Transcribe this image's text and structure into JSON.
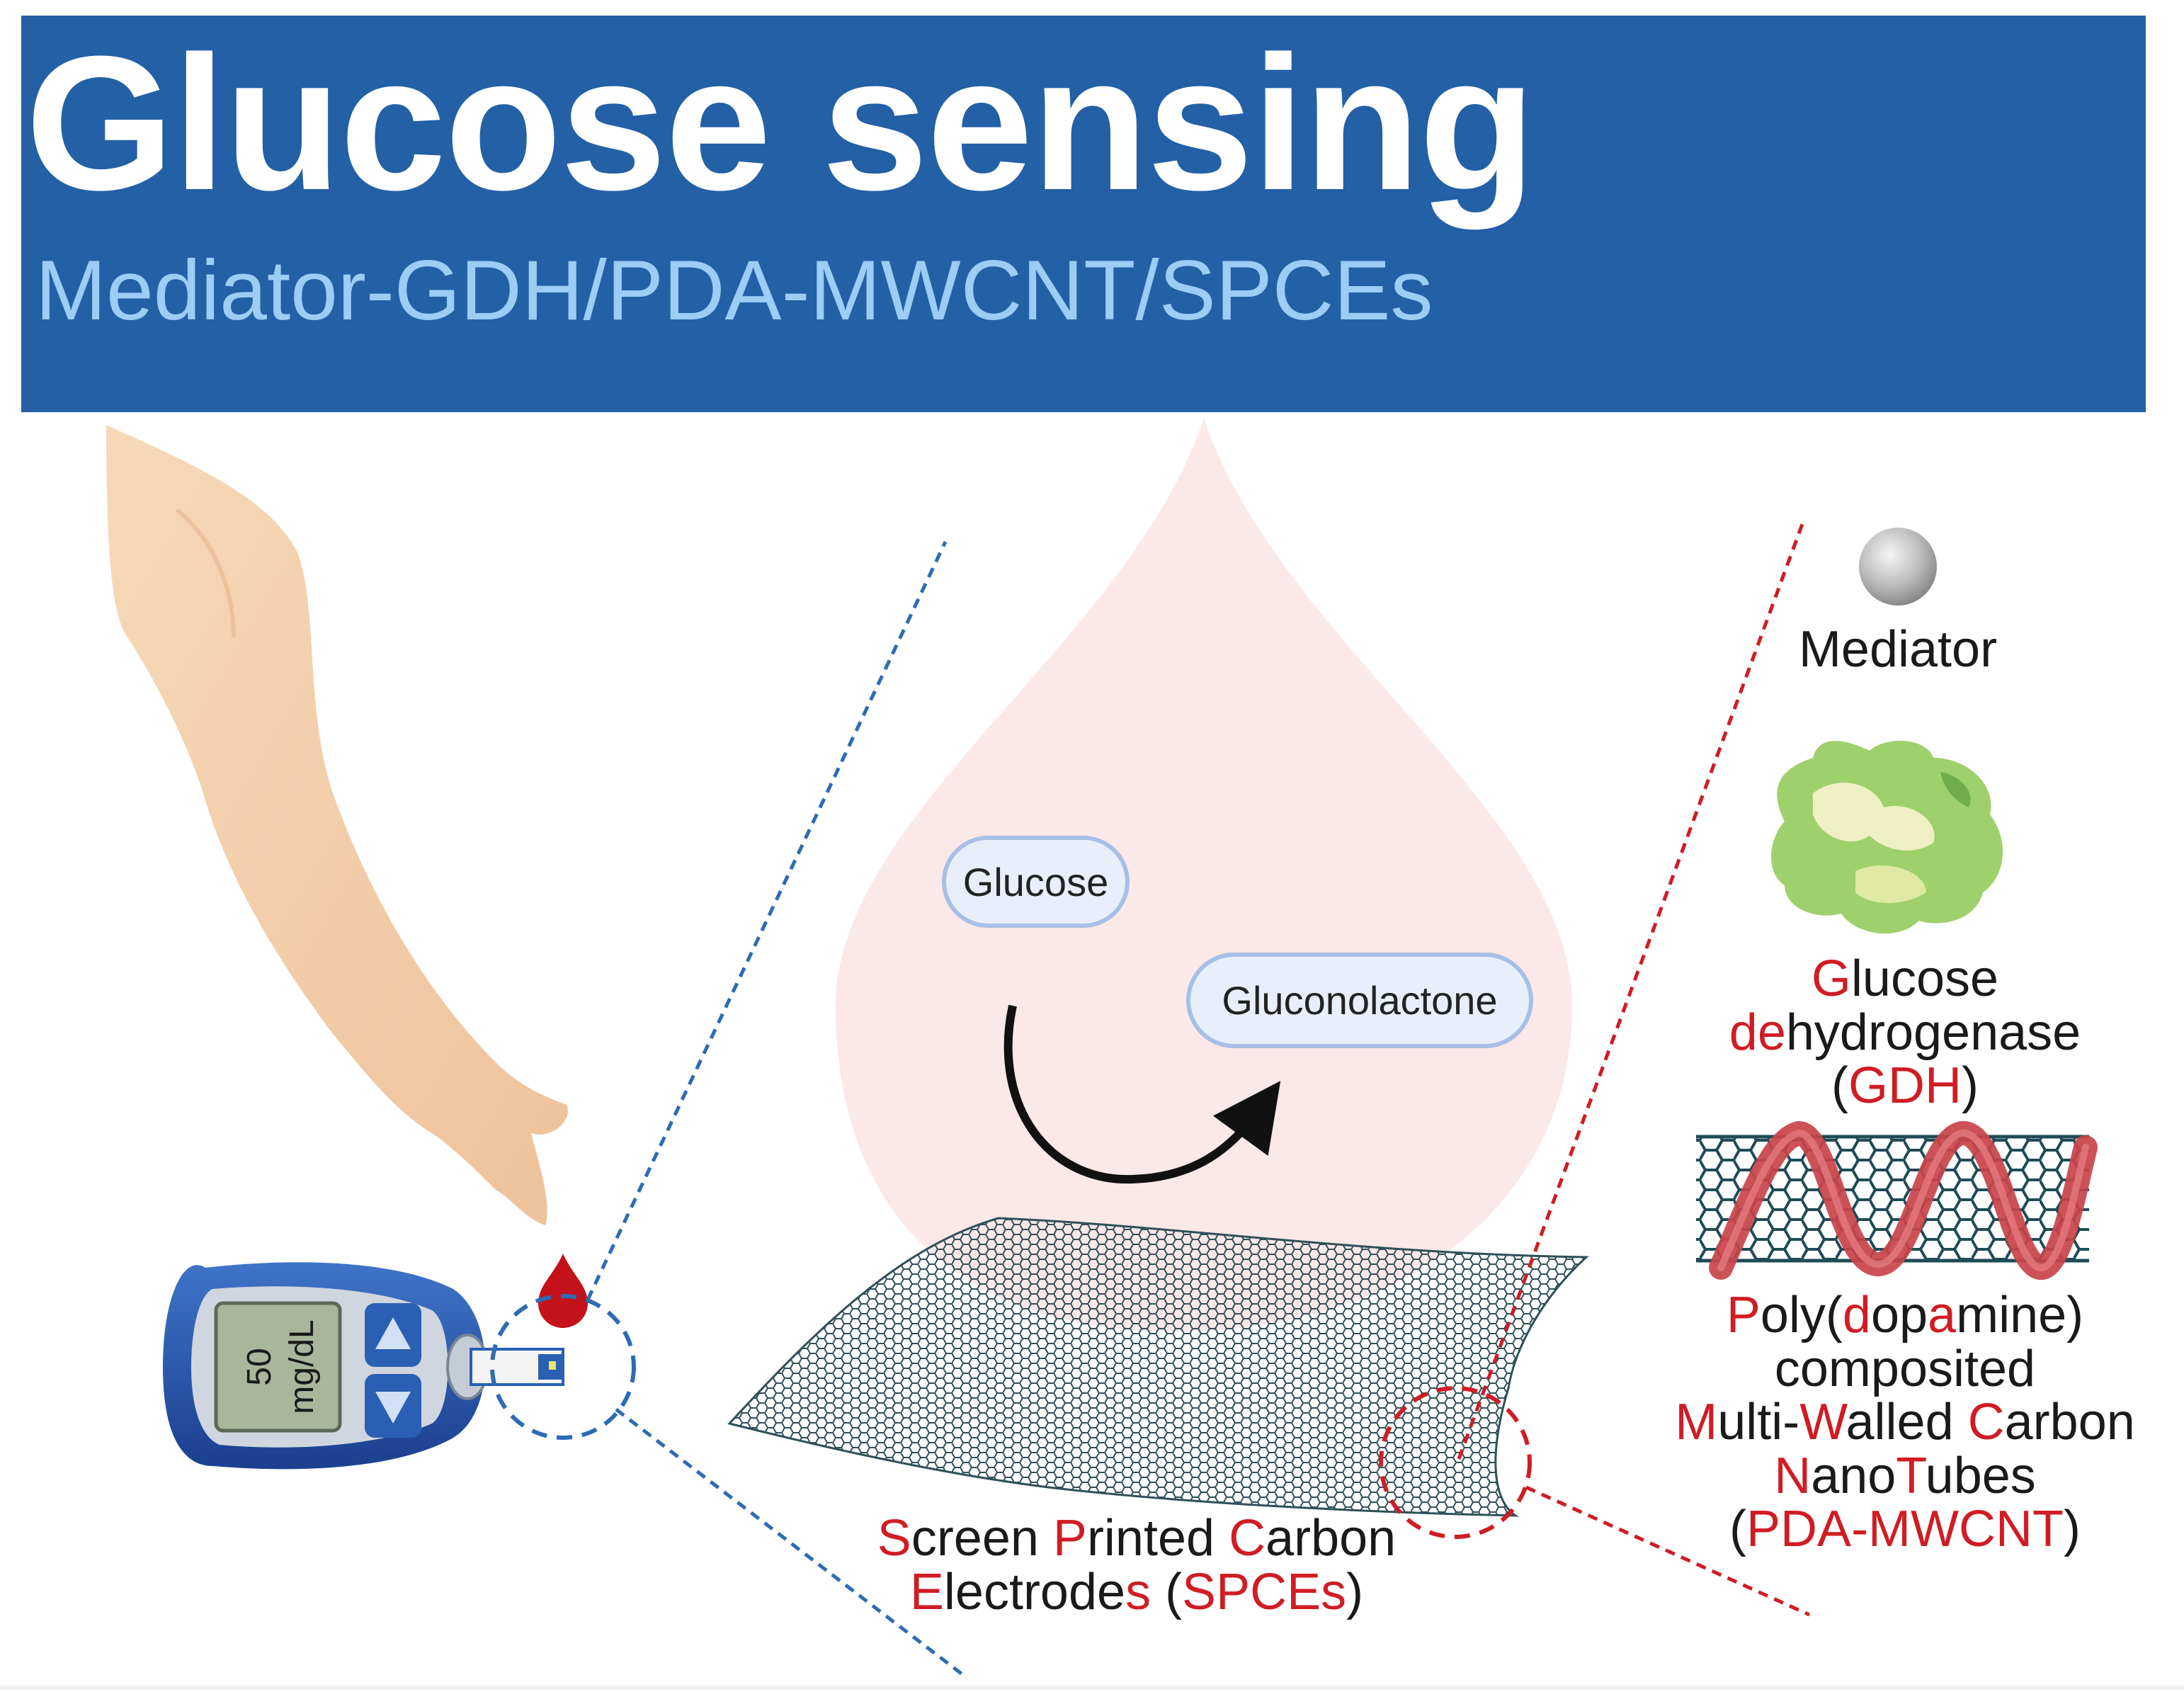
{
  "header": {
    "title": "Glucose sensing",
    "subtitle": "Mediator-GDH/PDA-MWCNT/SPCEs"
  },
  "meter": {
    "reading": "50",
    "unit": "mg/dL"
  },
  "reaction": {
    "substrate": "Glucose",
    "product": "Gluconolactone"
  },
  "spce": {
    "line1": [
      "S",
      "creen ",
      "P",
      "rinted ",
      "C",
      "arbon"
    ],
    "line2": [
      "E",
      "lectrode",
      "s",
      " (",
      "SPCEs",
      ")"
    ]
  },
  "mediator": {
    "label": "Mediator"
  },
  "gdh": {
    "line1": [
      "G",
      "lucose"
    ],
    "line2": [
      "de",
      "h",
      "ydrogenase"
    ],
    "line3": [
      "(",
      "GDH",
      ")"
    ]
  },
  "mwcnt": {
    "line1": [
      "P",
      "oly(",
      "d",
      "op",
      "a",
      "mine)"
    ],
    "line2": [
      "composited"
    ],
    "line3": [
      "M",
      "ulti-",
      "W",
      "alled ",
      "C",
      "arbon"
    ],
    "line4": [
      "N",
      "ano",
      "T",
      "ubes"
    ],
    "line5": [
      "(",
      "PDA-MWCNT",
      ")"
    ]
  },
  "colors": {
    "header_bg": "#2360a6",
    "subtitle": "#9ccdf4",
    "accent_red": "#d01c24",
    "pill_border": "#a7bfe7"
  },
  "icons": [
    "arm-illustration",
    "glucose-meter-icon",
    "blood-drop-icon",
    "mediator-sphere-icon",
    "gdh-protein-icon",
    "mwcnt-nanotube-icon",
    "graphene-sheet-icon",
    "curved-arrow-icon"
  ]
}
